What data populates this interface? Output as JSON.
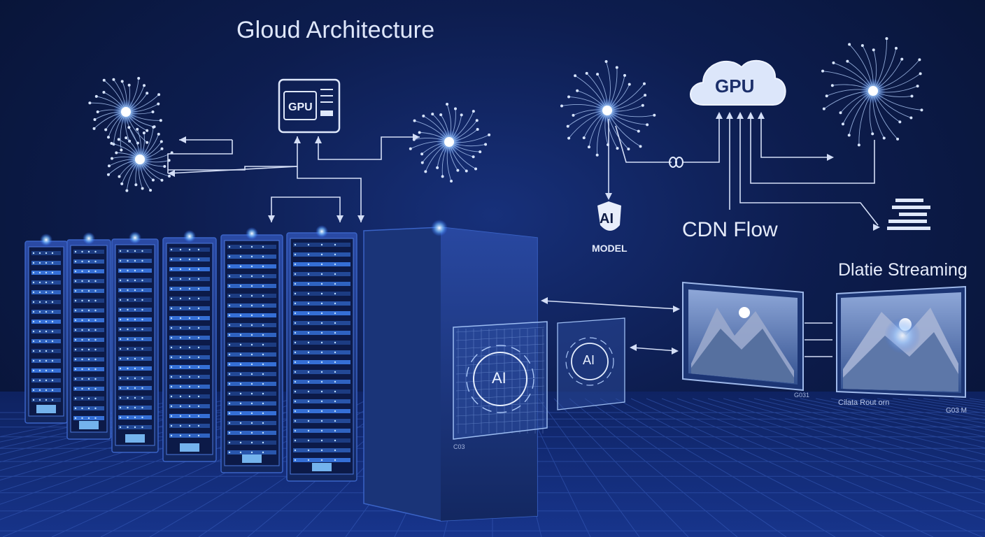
{
  "title": "Gloud Architecture",
  "labels": {
    "gpu_card": "GPU",
    "gpu_cloud": "GPU",
    "ai_model_badge": "AI",
    "ai_model_caption": "MODEL",
    "cdn_flow": "CDN Flow",
    "streaming": "Dlatie Streaming",
    "ai_panel_large": "AI",
    "ai_panel_small": "AI",
    "caption_data_route": "Cilata Rout orn",
    "caption_right": "G03 M",
    "caption_mid": "G031",
    "caption_left": "C03"
  },
  "colors": {
    "background": "#0d1d4f",
    "line": "#cfdaf5",
    "glow": "#5aa8ff",
    "rack": "#1d3a86",
    "cloud": "#dce6fa"
  },
  "icons": [
    "neural-node-icon",
    "gpu-card-icon",
    "cloud-icon",
    "ai-model-icon",
    "server-rack-icon",
    "mountain-image-icon"
  ]
}
